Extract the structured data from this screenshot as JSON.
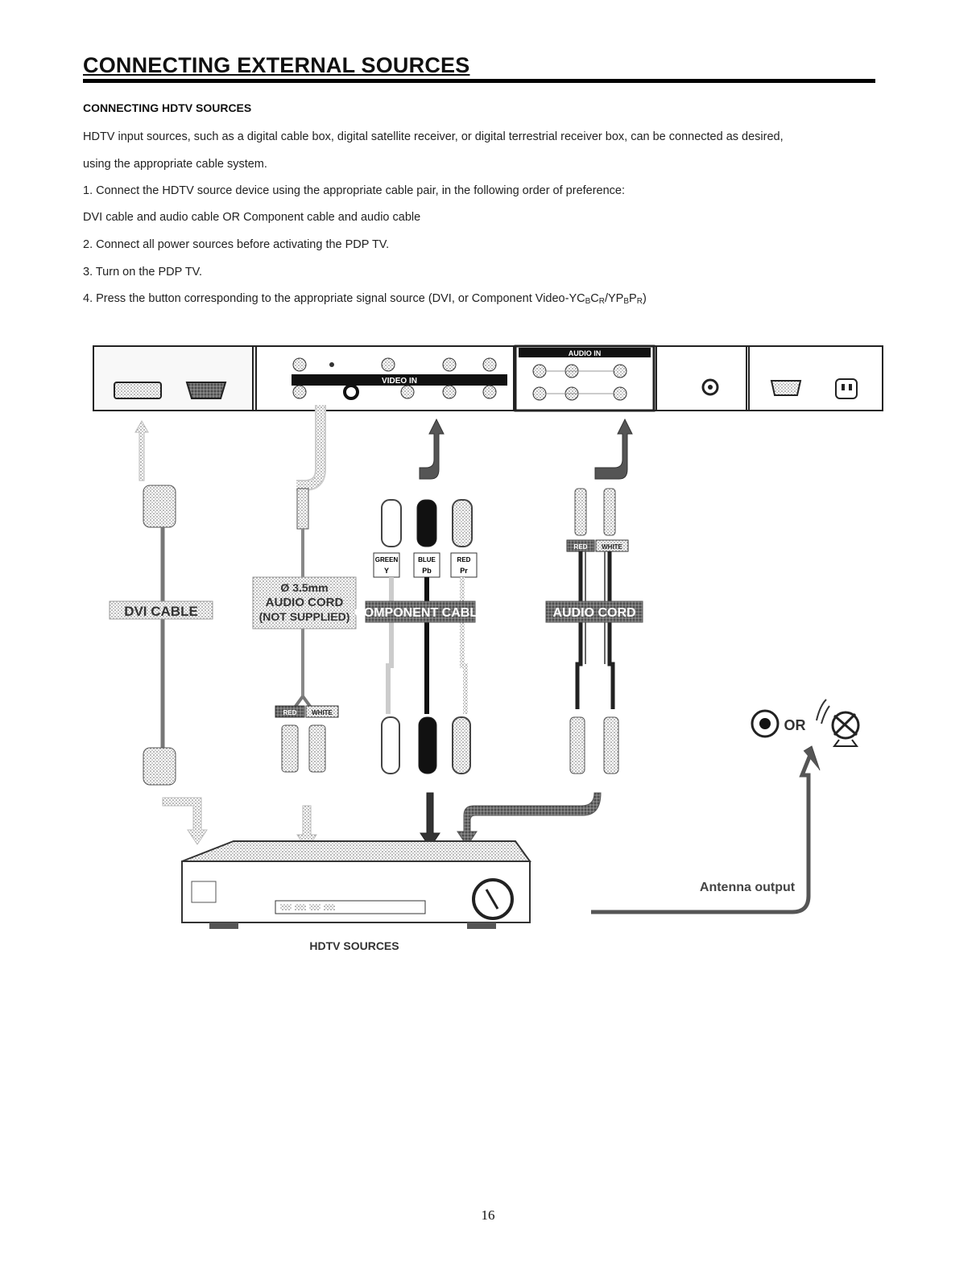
{
  "page": {
    "title": "CONNECTING EXTERNAL SOURCES",
    "subheading": "CONNECTING HDTV SOURCES",
    "intro_line1": "HDTV input sources, such as a digital cable box, digital satellite receiver, or digital terrestrial receiver box, can be connected as desired,",
    "intro_line2": "using the appropriate cable system.",
    "step1": "1. Connect the HDTV source device using the appropriate cable pair, in the following order of preference:",
    "step1_detail": "DVI cable and audio cable OR Component cable and audio cable",
    "step2": "2. Connect all power sources before activating the PDP TV.",
    "step3": "3. Turn on the PDP TV.",
    "step4_prefix": "4. Press the button corresponding to the appropriate signal source (DVI, or Component Video-YC",
    "step4_sub_b1": "B",
    "step4_c": "C",
    "step4_sub_r1": "R",
    "step4_mid": "/YP",
    "step4_sub_b2": "B",
    "step4_p": "P",
    "step4_sub_r2": "R",
    "step4_suffix": ")",
    "page_number": "16"
  },
  "figure": {
    "panel_video_in": "VIDEO IN",
    "panel_audio_in": "AUDIO IN",
    "dvi_cable": "DVI CABLE",
    "audio_cord_35_line1": "Ø 3.5mm",
    "audio_cord_35_line2": "AUDIO CORD",
    "audio_cord_35_line3": "(NOT SUPPLIED)",
    "component_cable": "COMPONENT CABLE",
    "audio_cord": "AUDIO CORD",
    "plug_green": "GREEN",
    "plug_y": "Y",
    "plug_blue": "BLUE",
    "plug_pb": "Pb",
    "plug_red": "RED",
    "plug_pr": "Pr",
    "plug_red_top": "RED",
    "plug_white_top": "WHITE",
    "plug_red_bottom": "RED",
    "plug_white_bottom": "WHITE",
    "or_text": "OR",
    "antenna_output": "Antenna output",
    "hdtv_sources": "HDTV SOURCES"
  }
}
